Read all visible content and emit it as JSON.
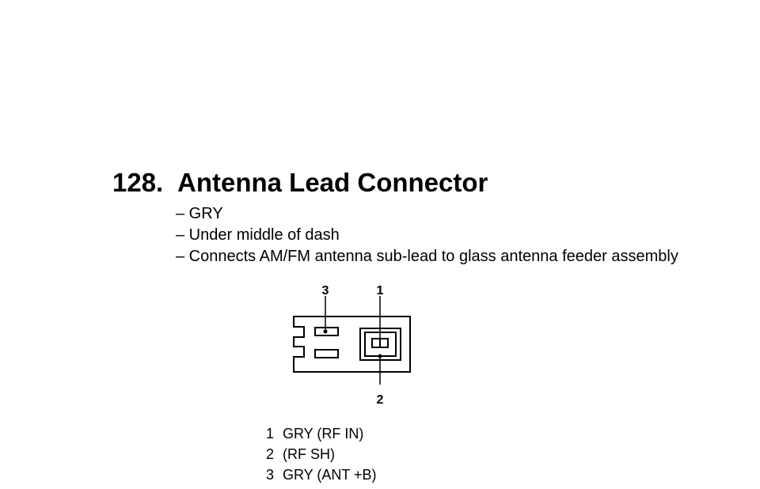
{
  "heading": {
    "number": "128.",
    "title": "Antenna Lead Connector"
  },
  "notes": [
    "– GRY",
    "– Under middle of dash",
    "– Connects AM/FM antenna sub-lead to glass antenna feeder assembly"
  ],
  "diagram": {
    "callouts": {
      "top_left": "3",
      "top_right": "1",
      "bottom": "2"
    }
  },
  "pins": [
    {
      "number": "1",
      "label": "GRY (RF IN)"
    },
    {
      "number": "2",
      "label": "(RF SH)"
    },
    {
      "number": "3",
      "label": "GRY (ANT +B)"
    }
  ]
}
